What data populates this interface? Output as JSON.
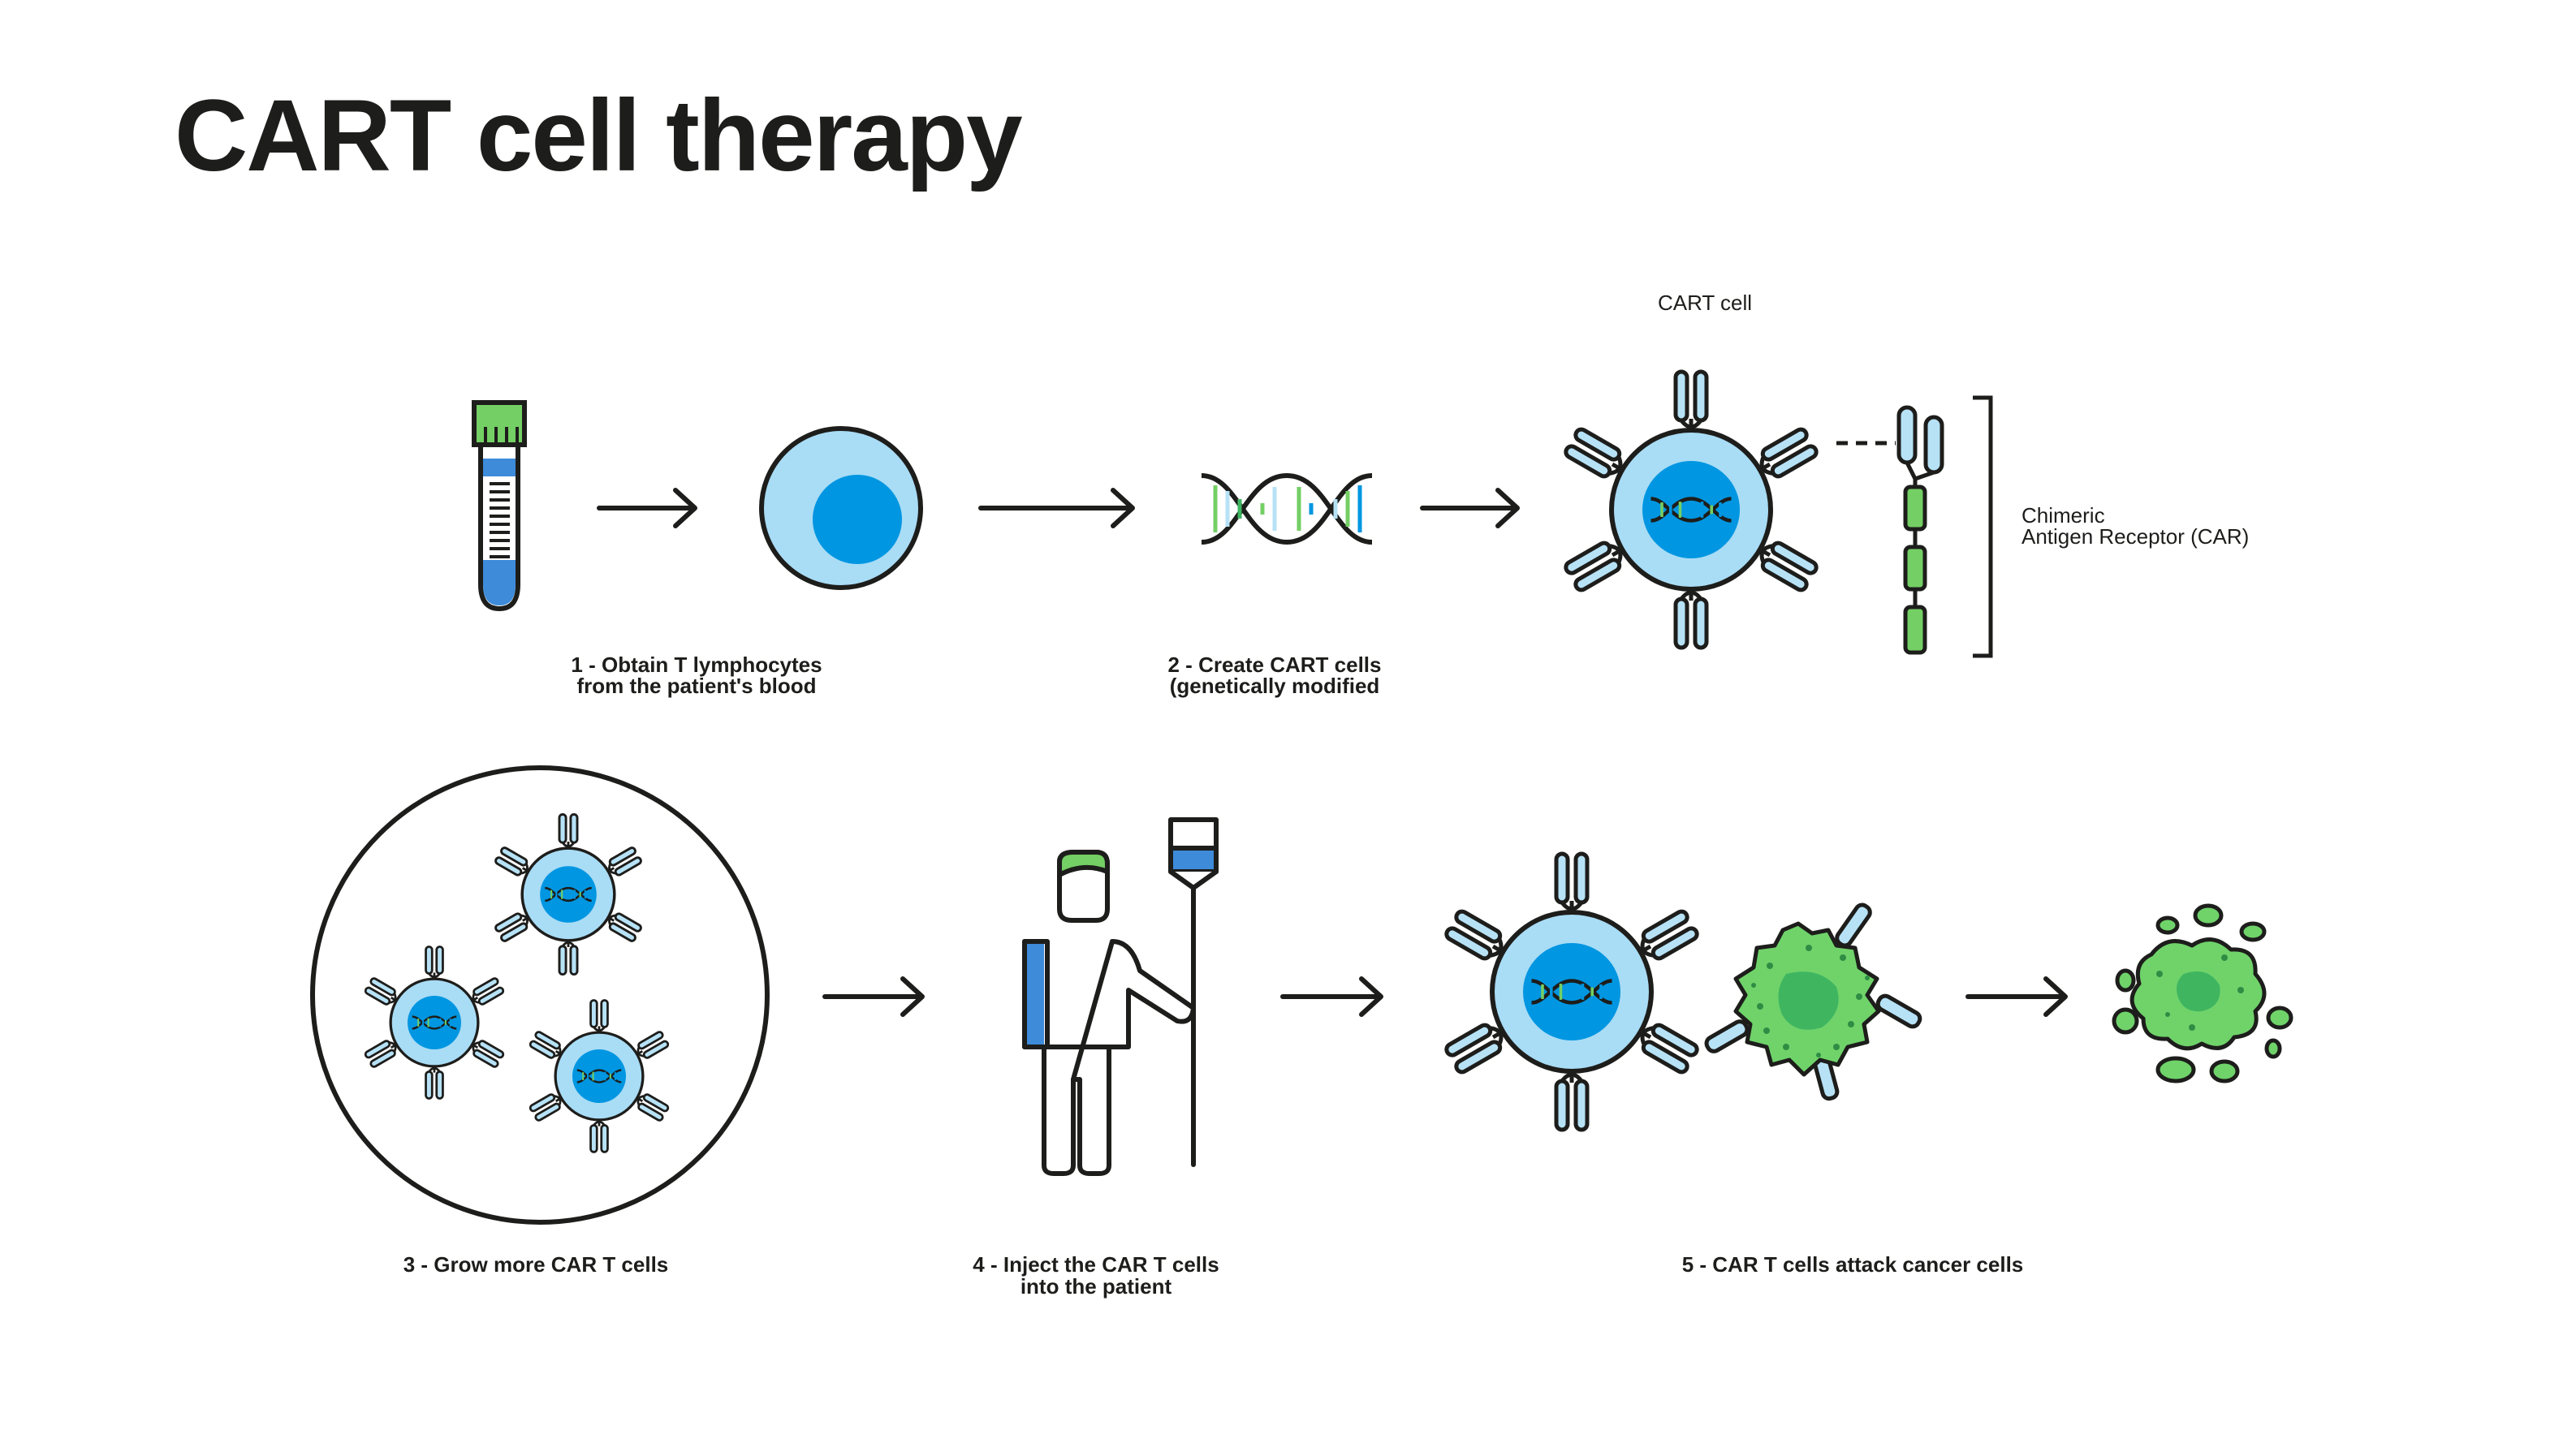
{
  "title": "CART cell therapy",
  "labels": {
    "cart_cell": "CART cell",
    "car_line1": "Chimeric",
    "car_line2": "Antigen Receptor (CAR)",
    "step1_line1": "1 - Obtain T lymphocytes",
    "step1_line2": "from the patient's blood",
    "step2_line1": "2 - Create CART cells",
    "step2_line2": "(genetically modified",
    "step3": "3 - Grow more CAR T cells",
    "step4_line1": "4 - Inject the CAR T cells",
    "step4_line2": "into the patient",
    "step5": "5 - CAR T cells attack cancer cells"
  },
  "colors": {
    "outline": "#1d1d1b",
    "cell_light_blue": "#a9dcf5",
    "nucleus_blue": "#0096e1",
    "receptor_blue": "#b7e2f6",
    "green_cap": "#74cf64",
    "cancer_green": "#6fd36a",
    "cancer_dark_green": "#3fb560",
    "tube_blue": "#3d8bd9"
  }
}
